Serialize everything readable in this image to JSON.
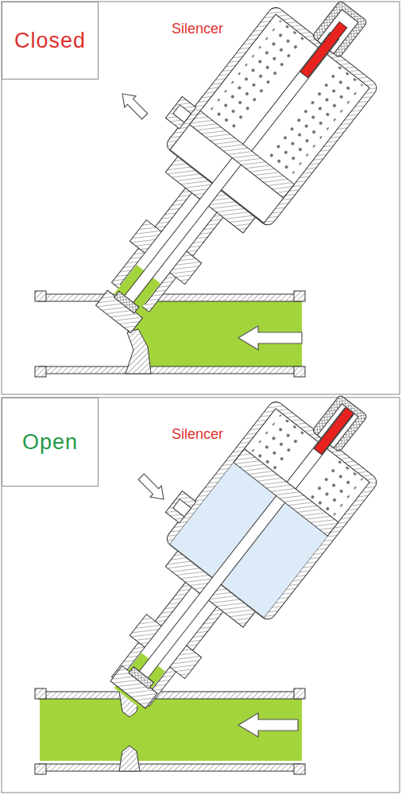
{
  "diagram": {
    "nodes": [
      {
        "text": [
          "Closed"
        ]
      },
      {
        "text": [
          "Open"
        ]
      }
    ],
    "labels": [
      "Silencer",
      "Silencer"
    ]
  }
}
